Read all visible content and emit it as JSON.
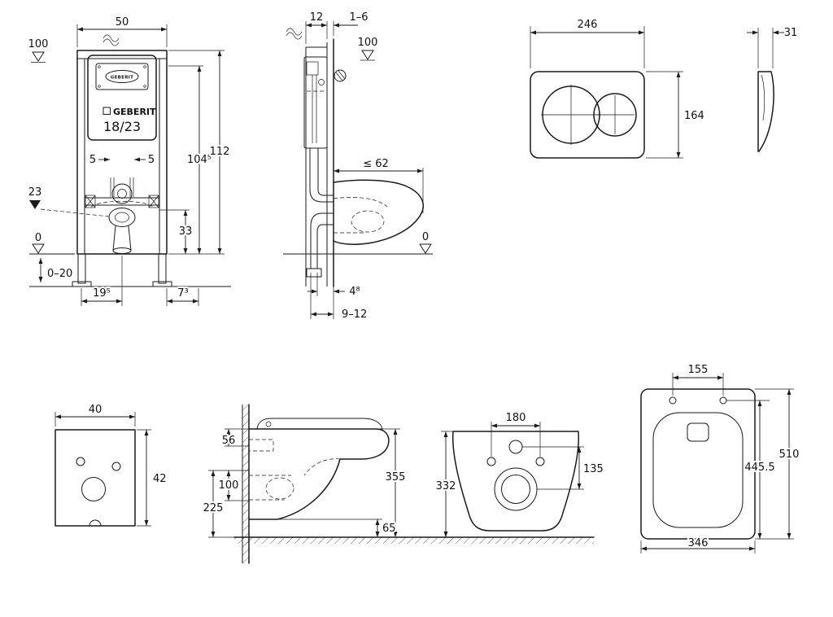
{
  "drawing": {
    "background": "#ffffff",
    "line_color": "#1a1a1a"
  },
  "frame_front": {
    "brand_logo": "GEBERIT",
    "brand": "GEBERIT",
    "model": "18/23",
    "dim_width": "50",
    "dim_meter_level": "100",
    "dim_total_height": "112",
    "dim_frame_height": "104⁵",
    "dim_offset_left": "5",
    "dim_offset_right": "5",
    "dim_outlet_level": "23",
    "dim_outlet_height": "33",
    "dim_floor_level": "0",
    "dim_floor_range": "0–20",
    "dim_foot_a": "19⁵",
    "dim_foot_b": "7³"
  },
  "frame_side": {
    "dim_frame_depth": "12",
    "dim_lining": "1–6",
    "dim_meter_level": "100",
    "dim_bowl_depth": "≤ 62",
    "dim_floor_level": "0",
    "dim_outlet_a": "4⁸",
    "dim_outlet_b": "9–12"
  },
  "flush_plate_front": {
    "dim_width": "246",
    "dim_height": "164"
  },
  "flush_plate_side": {
    "dim_depth": "31"
  },
  "sound_mat": {
    "dim_width": "40",
    "dim_height": "42"
  },
  "wc_side": {
    "dim_rim": "56",
    "dim_drain": "100",
    "dim_outlet": "225",
    "dim_height": "355",
    "dim_clearance": "65"
  },
  "wc_front": {
    "dim_bolt_spacing": "180",
    "dim_hole_spacing": "135",
    "dim_height": "332"
  },
  "wc_top": {
    "dim_bolt_spacing": "155",
    "dim_length_inner": "445.5",
    "dim_length": "510",
    "dim_width": "346"
  }
}
